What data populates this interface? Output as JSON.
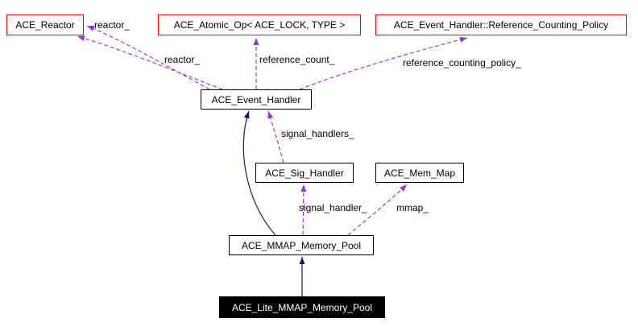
{
  "diagram": {
    "type": "class-collaboration-graph",
    "nodes": [
      {
        "id": "ace-reactor",
        "label": "ACE_Reactor",
        "style": "external"
      },
      {
        "id": "ace-atomic-op",
        "label": "ACE_Atomic_Op< ACE_LOCK, TYPE >",
        "style": "external"
      },
      {
        "id": "ace-event-handler-reference-counting-policy",
        "label": "ACE_Event_Handler::Reference_Counting_Policy",
        "style": "external"
      },
      {
        "id": "ace-event-handler",
        "label": "ACE_Event_Handler",
        "style": "normal"
      },
      {
        "id": "ace-sig-handler",
        "label": "ACE_Sig_Handler",
        "style": "normal"
      },
      {
        "id": "ace-mem-map",
        "label": "ACE_Mem_Map",
        "style": "normal"
      },
      {
        "id": "ace-mmap-memory-pool",
        "label": "ACE_MMAP_Memory_Pool",
        "style": "normal"
      },
      {
        "id": "ace-lite-mmap-memory-pool",
        "label": "ACE_Lite_MMAP_Memory_Pool",
        "style": "current"
      }
    ],
    "edges": [
      {
        "from": "ACE_Event_Handler",
        "to": "ACE_Reactor",
        "label": "reactor_",
        "style": "dashed-usage"
      },
      {
        "from": "ACE_Event_Handler",
        "to": "ACE_Reactor",
        "label": "reactor_",
        "style": "dashed-usage"
      },
      {
        "from": "ACE_Event_Handler",
        "to": "ACE_Atomic_Op< ACE_LOCK, TYPE >",
        "label": "reference_count_",
        "style": "dashed-usage"
      },
      {
        "from": "ACE_Event_Handler",
        "to": "ACE_Event_Handler::Reference_Counting_Policy",
        "label": "reference_counting_policy_",
        "style": "dashed-usage"
      },
      {
        "from": "ACE_Sig_Handler",
        "to": "ACE_Event_Handler",
        "label": "signal_handlers_",
        "style": "dashed-usage"
      },
      {
        "from": "ACE_MMAP_Memory_Pool",
        "to": "ACE_Sig_Handler",
        "label": "signal_handler_",
        "style": "dashed-usage"
      },
      {
        "from": "ACE_MMAP_Memory_Pool",
        "to": "ACE_Mem_Map",
        "label": "mmap_",
        "style": "dashed-usage"
      },
      {
        "from": "ACE_MMAP_Memory_Pool",
        "to": "ACE_Event_Handler",
        "label": "",
        "style": "solid-inheritance"
      },
      {
        "from": "ACE_Lite_MMAP_Memory_Pool",
        "to": "ACE_MMAP_Memory_Pool",
        "label": "",
        "style": "solid-inheritance"
      }
    ],
    "colors": {
      "background": "#ffffff",
      "external_border": "#ff0000",
      "node_border": "#000000",
      "current_bg": "#000000",
      "current_text": "#ffffff",
      "usage_edge": "#9a32cd",
      "inheritance_edge": "#191970"
    }
  }
}
